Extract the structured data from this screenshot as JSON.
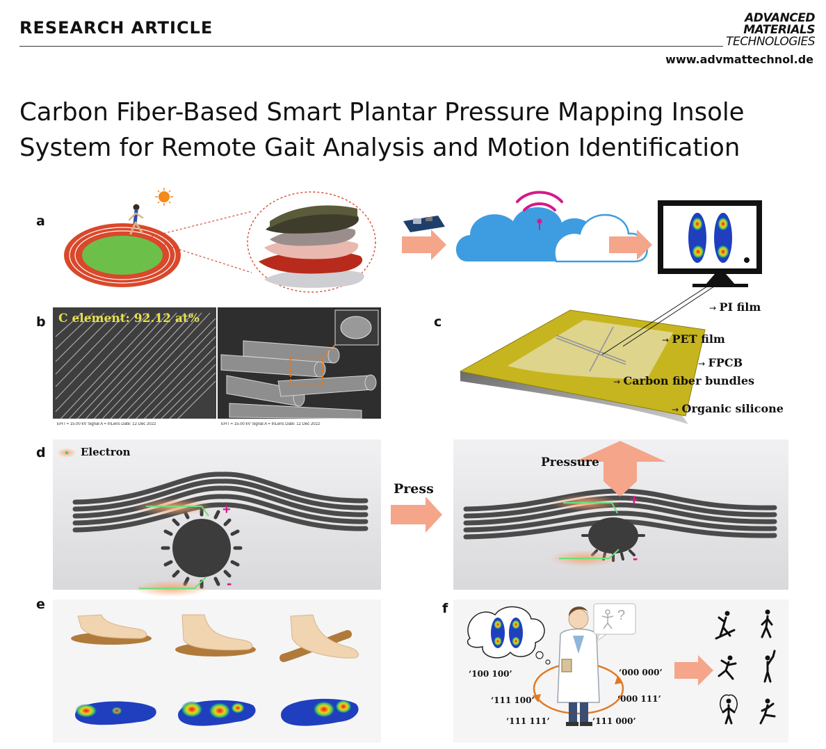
{
  "header": {
    "kicker": "RESEARCH ARTICLE",
    "journal_line1": "ADVANCED",
    "journal_line2": "MATERIALS",
    "journal_line3": "TECHNOLOGIES",
    "website": "www.advmattechnol.de"
  },
  "article": {
    "title_line1": "Carbon Fiber-Based Smart Plantar Pressure Mapping Insole",
    "title_line2": "System for Remote Gait Analysis and Motion Identification"
  },
  "figure": {
    "panels": {
      "a": "a",
      "b": "b",
      "c": "c",
      "d": "d",
      "e": "e",
      "f": "f"
    },
    "b": {
      "sem_caption": "C element: 92.12 at%",
      "scalebar_left": "EHT = 15.00 kV   Signal A = InLens   Date: 12 Dec 2022",
      "scalebar_right": "EHT = 15.00 kV   Signal A = InLens   Date: 12 Dec 2022"
    },
    "c": {
      "labels": [
        "PI film",
        "PET film",
        "FPCB",
        "Carbon fiber bundles",
        "Organic silicone"
      ]
    },
    "d": {
      "legend": "Electron",
      "press": "Press",
      "pressure": "Pressure",
      "plus": "+",
      "minus": "-"
    },
    "f": {
      "codes": [
        "‘100 100’",
        "‘000 000’",
        "‘111 100’",
        "‘000 111’",
        "‘111 111’",
        "‘111 000’"
      ],
      "question": "?"
    },
    "colors": {
      "arrow": "#f4a58a",
      "track_red": "#d9482b",
      "field_green": "#6cc04a",
      "cloud_blue": "#3d9de0",
      "wifi_magenta": "#d6198a",
      "fpcb_yellow": "#c7b51f",
      "fiber_gray": "#4a4a4a",
      "heat_blue": "#1f3fbf"
    },
    "icons": [
      "sun-icon",
      "runner-icon",
      "circuit-board-icon",
      "cloud-icon",
      "wifi-icon",
      "monitor-icon",
      "scientist-icon",
      "thought-bubble-icon",
      "athlete-icons"
    ]
  }
}
